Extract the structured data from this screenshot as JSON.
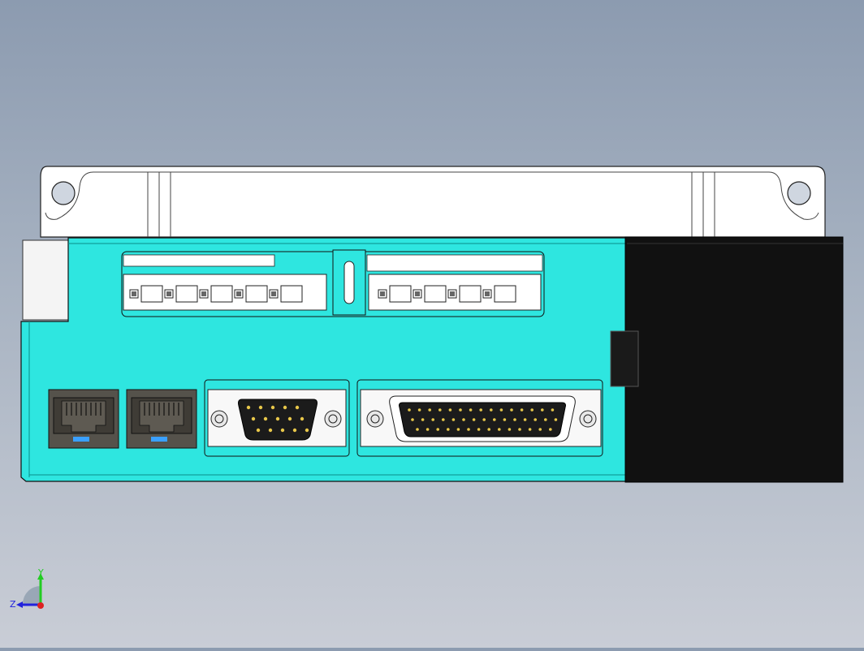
{
  "viewport": {
    "background_top": "#8c9bb0",
    "background_bottom": "#c9cdd6"
  },
  "model": {
    "body_color": "#2ee6e0",
    "cover_color": "#111111",
    "bracket_color": "#ffffff",
    "rj45_color": "#55524b",
    "connector_color": "#222222",
    "terminal_blocks": [
      {
        "name": "terminal-block-left",
        "pins": 5
      },
      {
        "name": "terminal-block-right",
        "pins": 4
      }
    ],
    "ports": [
      "rj45-port-1",
      "rj45-port-2",
      "db15-connector",
      "db44-connector"
    ]
  },
  "triad": {
    "y_label": "Y",
    "z_label": "Z",
    "y_color": "#22cc22",
    "z_color": "#2222dd",
    "x_color": "#dd2222"
  }
}
